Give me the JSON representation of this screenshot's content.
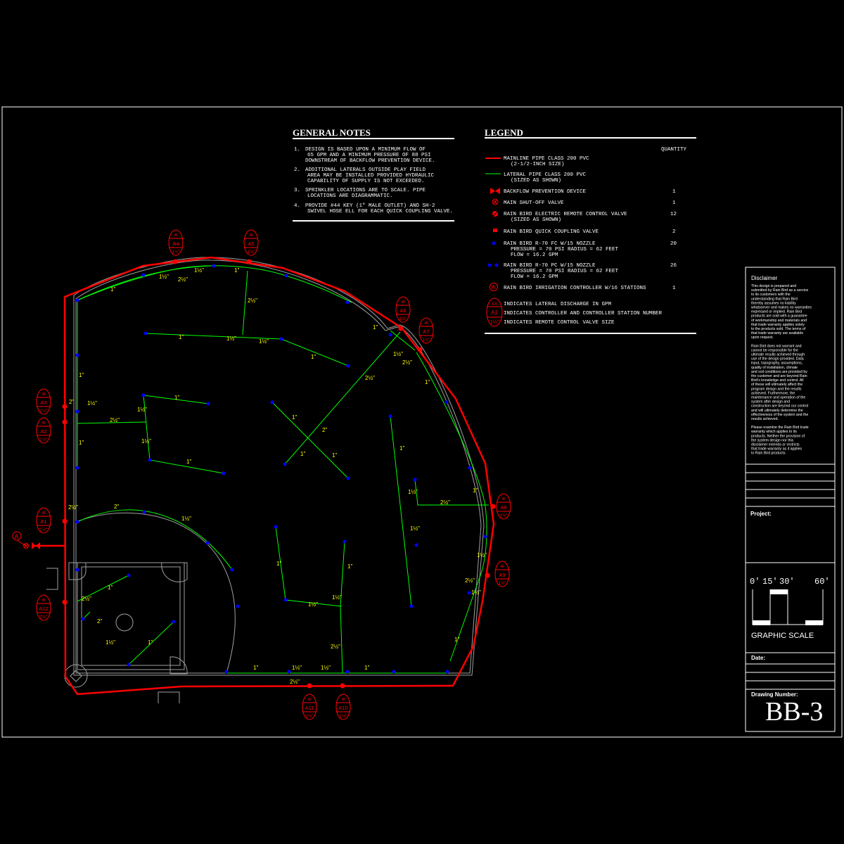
{
  "general_notes": {
    "heading": "GENERAL NOTES",
    "notes": [
      {
        "num": "1.",
        "lines": [
          "DESIGN IS BASED UPON A MINIMUM FLOW OF",
          "65 GPM AND A MINIMUM PRESSURE OF 88 PSI",
          "DOWNSTREAM OF BACKFLOW PREVENTION DEVICE."
        ]
      },
      {
        "num": "2.",
        "lines": [
          "ADDITIONAL LATERALS OUTSIDE PLAY FIELD",
          "AREA MAY BE INSTALLED PROVIDED HYDRAULIC",
          "CAPABILITY OF SUPPLY IS NOT EXCEEDED."
        ]
      },
      {
        "num": "3.",
        "lines": [
          "SPRINKLER LOCATIONS ARE TO SCALE.  PIPE",
          "LOCATIONS ARE DIAGRAMMATIC."
        ]
      },
      {
        "num": "4.",
        "lines": [
          "PROVIDE #44 KEY (1\" MALE OUTLET) AND SH-2",
          "SWIVEL HOSE ELL FOR EACH QUICK COUPLING VALVE."
        ]
      }
    ]
  },
  "legend": {
    "heading": "LEGEND",
    "quantity_header": "QUANTITY",
    "items": [
      {
        "symbol": "mainline",
        "lines": [
          "MAINLINE PIPE CLASS 200 PVC",
          "(2-1/2-INCH SIZE)"
        ],
        "qty": ""
      },
      {
        "symbol": "lateral",
        "lines": [
          "LATERAL PIPE CLASS 200 PVC",
          "(SIZED AS SHOWN)"
        ],
        "qty": ""
      },
      {
        "symbol": "backflow",
        "lines": [
          "BACKFLOW PREVENTION DEVICE"
        ],
        "qty": "1"
      },
      {
        "symbol": "shutoff",
        "lines": [
          "MAIN SHUT-OFF VALVE"
        ],
        "qty": "1"
      },
      {
        "symbol": "rcv",
        "lines": [
          "RAIN BIRD ELECTRIC REMOTE CONTROL VALVE",
          "(SIZED AS SHOWN)"
        ],
        "qty": "12"
      },
      {
        "symbol": "qcv",
        "lines": [
          "RAIN BIRD QUICK COUPLING VALVE"
        ],
        "qty": "2"
      },
      {
        "symbol": "head-single",
        "lines": [
          "RAIN BIRD R-70 FC W/15 NOZZLE",
          "PRESSURE = 70 PSI  RADIUS = 62 FEET",
          "FLOW = 16.2 GPM"
        ],
        "qty": "20"
      },
      {
        "symbol": "head-double",
        "lines": [
          "RAIN BIRD R-70 PC W/15 NOZZLE",
          "PRESSURE = 70 PSI  RADIUS = 62 FEET",
          "FLOW = 16.2 GPM"
        ],
        "qty": "26"
      },
      {
        "symbol": "controller",
        "lines": [
          "RAIN BIRD IRRIGATION CONTROLLER W/16 STATIONS"
        ],
        "qty": "1"
      }
    ],
    "key_lines": [
      "INDICATES LATERAL DISCHARGE IN GPM",
      "INDICATES CONTROLLER AND CONTROLLER STATION NUMBER",
      "INDICATES REMOTE CONTROL VALVE SIZE"
    ],
    "key_symbol": {
      "top": "XX",
      "mid": "A1",
      "bot": "1½\""
    }
  },
  "sidebar": {
    "disclaimer_title": "Disclaimer",
    "disclaimer_p1": [
      "This design is prepared and",
      "submitted by Rain Bird as a service",
      "to its customers with the",
      "understanding that Rain Bird",
      "thereby assumes no liability",
      "whatsoever and makes no warranties",
      "expressed or implied. Rain Bird",
      "products are sold with a guarantee",
      "of workmanship and materials and",
      "that trade warranty applies solely",
      "to the products sold. The terms of",
      "that trade warranty are available",
      "upon request."
    ],
    "disclaimer_p2": [
      "Rain Bird does not warrant and",
      "cannot be responsible for the",
      "ultimate results achieved through",
      "use of the design provided. Data",
      "input, topography, assumptions,",
      "quality of installation, climate",
      "and soil conditions are provided by",
      "the customer and are beyond Rain",
      "Bird's knowledge and control. All",
      "of these will ultimately affect the",
      "program design and the results",
      "achieved. Furthermore, the",
      "maintenance and operation of the",
      "system after design and",
      "construction are beyond our control",
      "and will ultimately determine the",
      "effectiveness of the system and the",
      "results achieved."
    ],
    "disclaimer_p3": [
      "Please examine the Rain Bird trade",
      "warranty which applies to its",
      "products. Neither the provision of",
      "the system design nor this",
      "disclaimer extends or restricts",
      "that trade warranty as it applies",
      "to Rain Bird products."
    ],
    "project_label": "Project:",
    "scale_labels": [
      "0'",
      "15'",
      "30'",
      "60'"
    ],
    "scale_title": "GRAPHIC SCALE",
    "date_label": "Date:",
    "drawing_number_label": "Drawing Number:",
    "drawing_number": "BB-3"
  },
  "controller_label": "A",
  "valves": [
    {
      "id": "A4",
      "top": "48",
      "size": "1½\""
    },
    {
      "id": "A5",
      "top": "48",
      "size": "1½\""
    },
    {
      "id": "A6",
      "top": "48",
      "size": "1½\""
    },
    {
      "id": "A7",
      "top": "48",
      "size": "1½\""
    },
    {
      "id": "A3",
      "top": "48",
      "size": "1½\""
    },
    {
      "id": "A2",
      "top": "48",
      "size": "1½\""
    },
    {
      "id": "A8",
      "top": "48",
      "size": "1½\""
    },
    {
      "id": "A1",
      "top": "48",
      "size": "1½\""
    },
    {
      "id": "A9",
      "top": "48",
      "size": "1½\""
    },
    {
      "id": "A12",
      "top": "48",
      "size": "1½\""
    },
    {
      "id": "A11",
      "top": "48",
      "size": "1½\""
    },
    {
      "id": "A10",
      "top": "48",
      "size": "1½\""
    }
  ],
  "pipe_labels": [
    "1\"",
    "1½\"",
    "2\"",
    "2½\""
  ],
  "colors": {
    "mainline": "#ff0000",
    "lateral": "#00ff00",
    "head": "#0000ff",
    "labels": "#ffff00",
    "field": "#a0a0a0"
  }
}
